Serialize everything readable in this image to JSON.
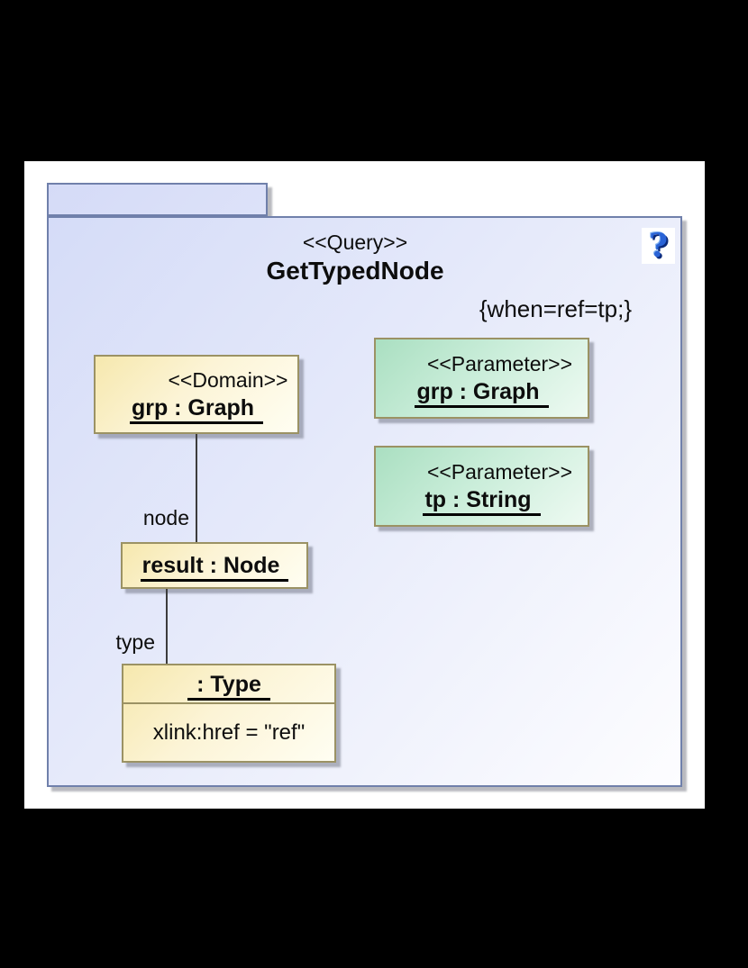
{
  "diagram": {
    "stereotype": "<<Query>>",
    "title": "GetTypedNode",
    "constraint": "{when=ref=tp;}",
    "help_icon_glyph": "?"
  },
  "nodes": {
    "domain": {
      "stereotype": "<<Domain>>",
      "name": "grp : Graph"
    },
    "param_grp": {
      "stereotype": "<<Parameter>>",
      "name": "grp : Graph"
    },
    "param_tp": {
      "stereotype": "<<Parameter>>",
      "name": "tp : String"
    },
    "result": {
      "name": "result : Node"
    },
    "type": {
      "name": ": Type",
      "attribute": "xlink:href = \"ref\""
    }
  },
  "edges": {
    "node_label": "node",
    "type_label": "type"
  },
  "colors": {
    "background": "#000000",
    "page": "#ffffff",
    "folder_fill": "#d5dcf8",
    "folder_border": "#7080ab",
    "box_border": "#9b9264",
    "domain_fill": "#f6e8ae",
    "parameter_fill": "#aadfc1",
    "help_icon_blue": "#2a63d6",
    "text": "#0d0d0d"
  }
}
